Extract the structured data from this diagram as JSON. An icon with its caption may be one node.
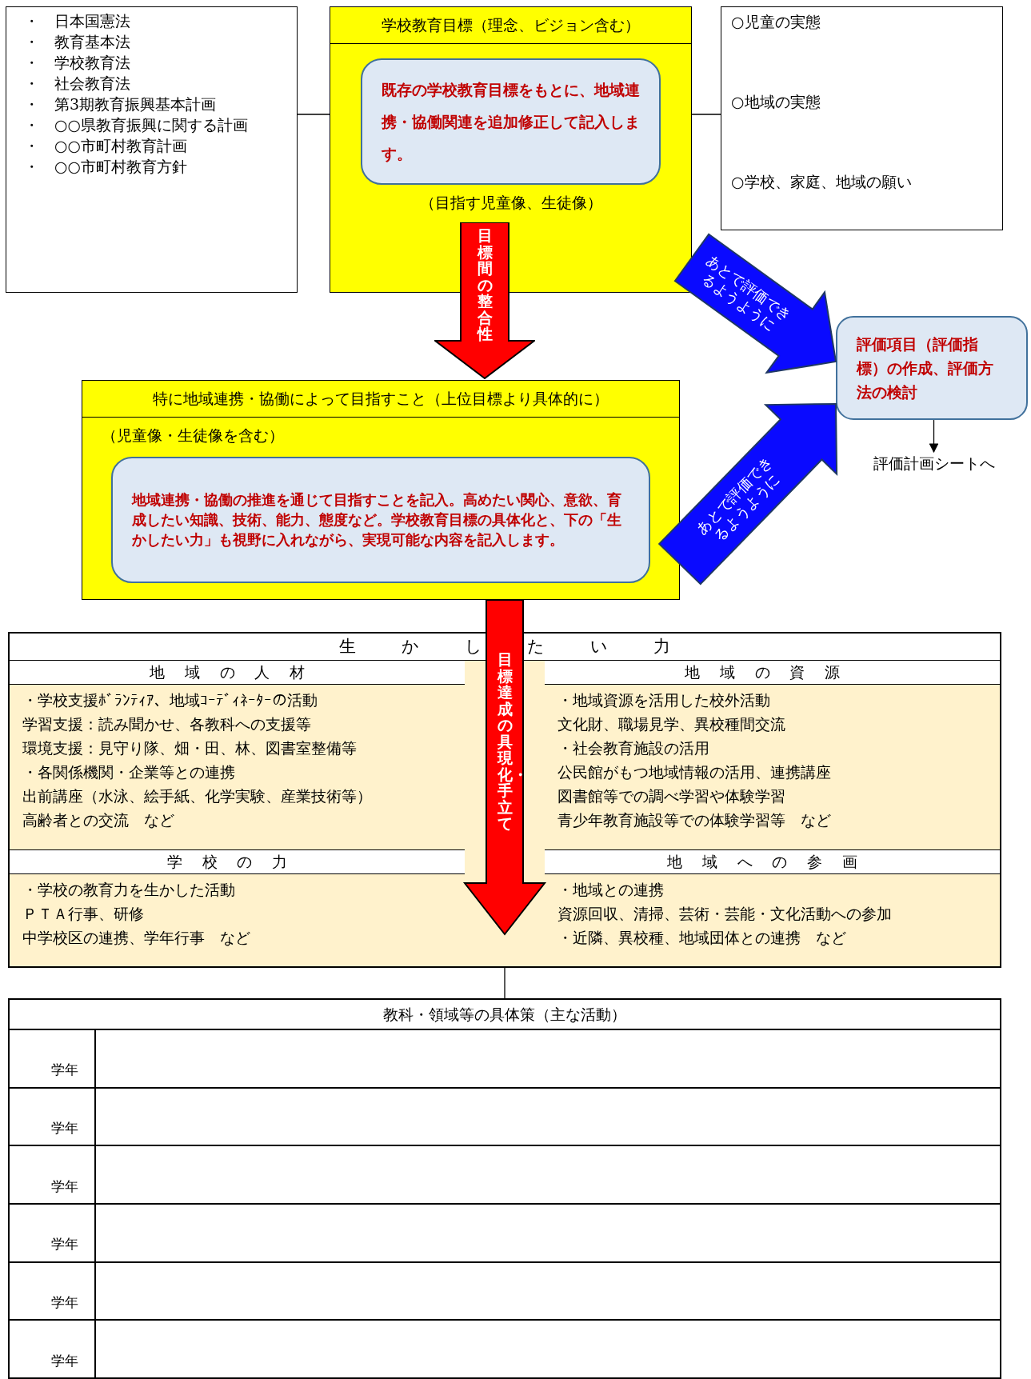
{
  "diagram": {
    "nodes": [
      {
        "text": [
          "・　日本国憲法",
          "・　教育基本法",
          "・　学校教育法",
          "・　社会教育法",
          "・　第3期教育振興基本計画",
          "・　○○県教育振興に関する計画",
          "・　○○市町村教育計画",
          "・　○○市町村教育方針"
        ]
      },
      {
        "text": [
          "学校教育目標（理念、ビジョン含む）",
          "（目指す児童像、生徒像）"
        ]
      },
      {
        "text": [
          "既存の学校教育目標をもとに、地域連携・協働関連を追加修正して記入します。"
        ],
        "in": 1
      },
      {
        "text": [
          "○児童の実態",
          "○地域の実態",
          "○学校、家庭、地域の願い"
        ]
      },
      {
        "text": [
          "目標間の整合性"
        ]
      },
      {
        "text": [
          "評価項目（評価指標）の作成、評価方法の検討"
        ]
      },
      {
        "text": [
          "評価計画シートへ"
        ]
      },
      {
        "text": [
          "特に地域連携・協働によって目指すこと（上位目標より具体的に）",
          "（児童像・生徒像を含む）"
        ]
      },
      {
        "text": [
          "地域連携・協働の推進を通じて目指すことを記入。高めたい関心、意欲、育成したい知識、技術、能力、態度など。学校教育目標の具体化と、下の「生かしたい力」も視野に入れながら、実現可能な内容を記入します。"
        ],
        "in": 7
      },
      {
        "text": [
          "生かしたい力"
        ]
      },
      {
        "text": [
          "地域の人材",
          "・学校支援ﾎﾞﾗﾝﾃｨｱ、地域ｺｰﾃﾞｨﾈｰﾀｰの活動",
          "学習支援：読み聞かせ、各教科への支援等",
          "環境支援：見守り隊、畑・田、林、図書室整備等",
          "・各関係機関・企業等との連携",
          "出前講座（水泳、絵手紙、化学実験、産業技術等）",
          "高齢者との交流　など"
        ],
        "in": 9
      },
      {
        "text": [
          "地域の資源",
          "・地域資源を活用した校外活動",
          "文化財、職場見学、異校種間交流",
          "・社会教育施設の活用",
          "公民館がもつ地域情報の活用、連携講座",
          "図書館等での調べ学習や体験学習",
          "青少年教育施設等での体験学習等　など"
        ],
        "in": 9
      },
      {
        "text": [
          "学校の力",
          "・学校の教育力を生かした活動",
          "ＰＴＡ行事、研修",
          "中学校区の連携、学年行事　など"
        ],
        "in": 9
      },
      {
        "text": [
          "地域への参画",
          "・地域との連携",
          "資源回収、清掃、芸術・芸能・文化活動への参加",
          "・近隣、異校種、地域団体との連携　など"
        ],
        "in": 9
      },
      {
        "text": [
          "教科・領域等の具体策（主な活動）",
          "学年",
          "学年",
          "学年",
          "学年",
          "学年",
          "学年"
        ]
      }
    ],
    "edges": [
      {
        "from": 0,
        "to": 1,
        "arrow": "none"
      },
      {
        "from": 1,
        "to": 3,
        "arrow": "none"
      },
      {
        "from": 5,
        "to": 6,
        "arrow": "to"
      },
      {
        "from": 9,
        "to": 14,
        "arrow": "none"
      },
      {
        "from": 1,
        "to": 5,
        "arrow": "to",
        "label": "あとで評価できるようように",
        "style": "thick",
        "color": "#0a0aff"
      },
      {
        "from": 7,
        "to": 5,
        "arrow": "to",
        "label": "あとで評価できるようように",
        "style": "thick",
        "color": "#0a0aff"
      },
      {
        "from": 7,
        "to": null,
        "arrow": "to",
        "label": "目標達成の具現化・手立て",
        "style": "thick",
        "color": "#ff0000"
      }
    ]
  }
}
